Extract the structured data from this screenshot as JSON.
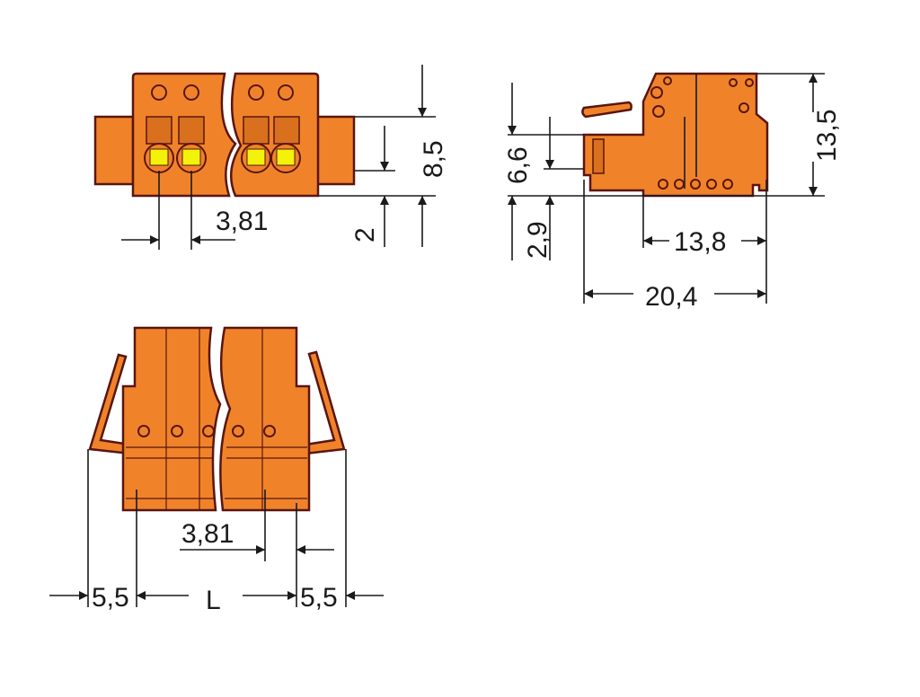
{
  "colors": {
    "housing": "#f0832a",
    "outline": "#5a1510",
    "marker": "#f2f20a",
    "dimension": "#1a1a1a"
  },
  "front_view": {
    "pitch": "3,81",
    "height": "8,5",
    "offset": "2"
  },
  "side_view": {
    "height": "13,5",
    "latch_height": "6,6",
    "bottom_offset": "2,9",
    "depth_body": "13,8",
    "depth_total": "20,4"
  },
  "top_view": {
    "pitch": "3,81",
    "left_latch": "5,5",
    "length": "L",
    "right_latch": "5,5"
  }
}
